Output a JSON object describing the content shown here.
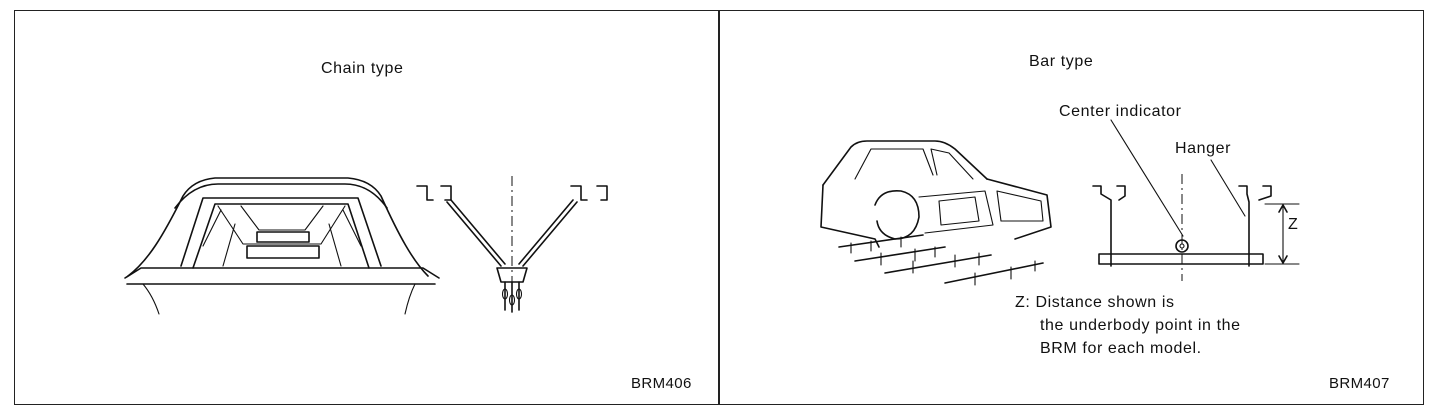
{
  "left_panel": {
    "title": "Chain type",
    "code": "BRM406"
  },
  "right_panel": {
    "title": "Bar type",
    "label_center_indicator": "Center indicator",
    "label_hanger": "Hanger",
    "label_z": "Z",
    "note_lines": [
      "Z: Distance shown is",
      "the underbody point in the",
      "BRM for each model."
    ],
    "code": "BRM407"
  }
}
